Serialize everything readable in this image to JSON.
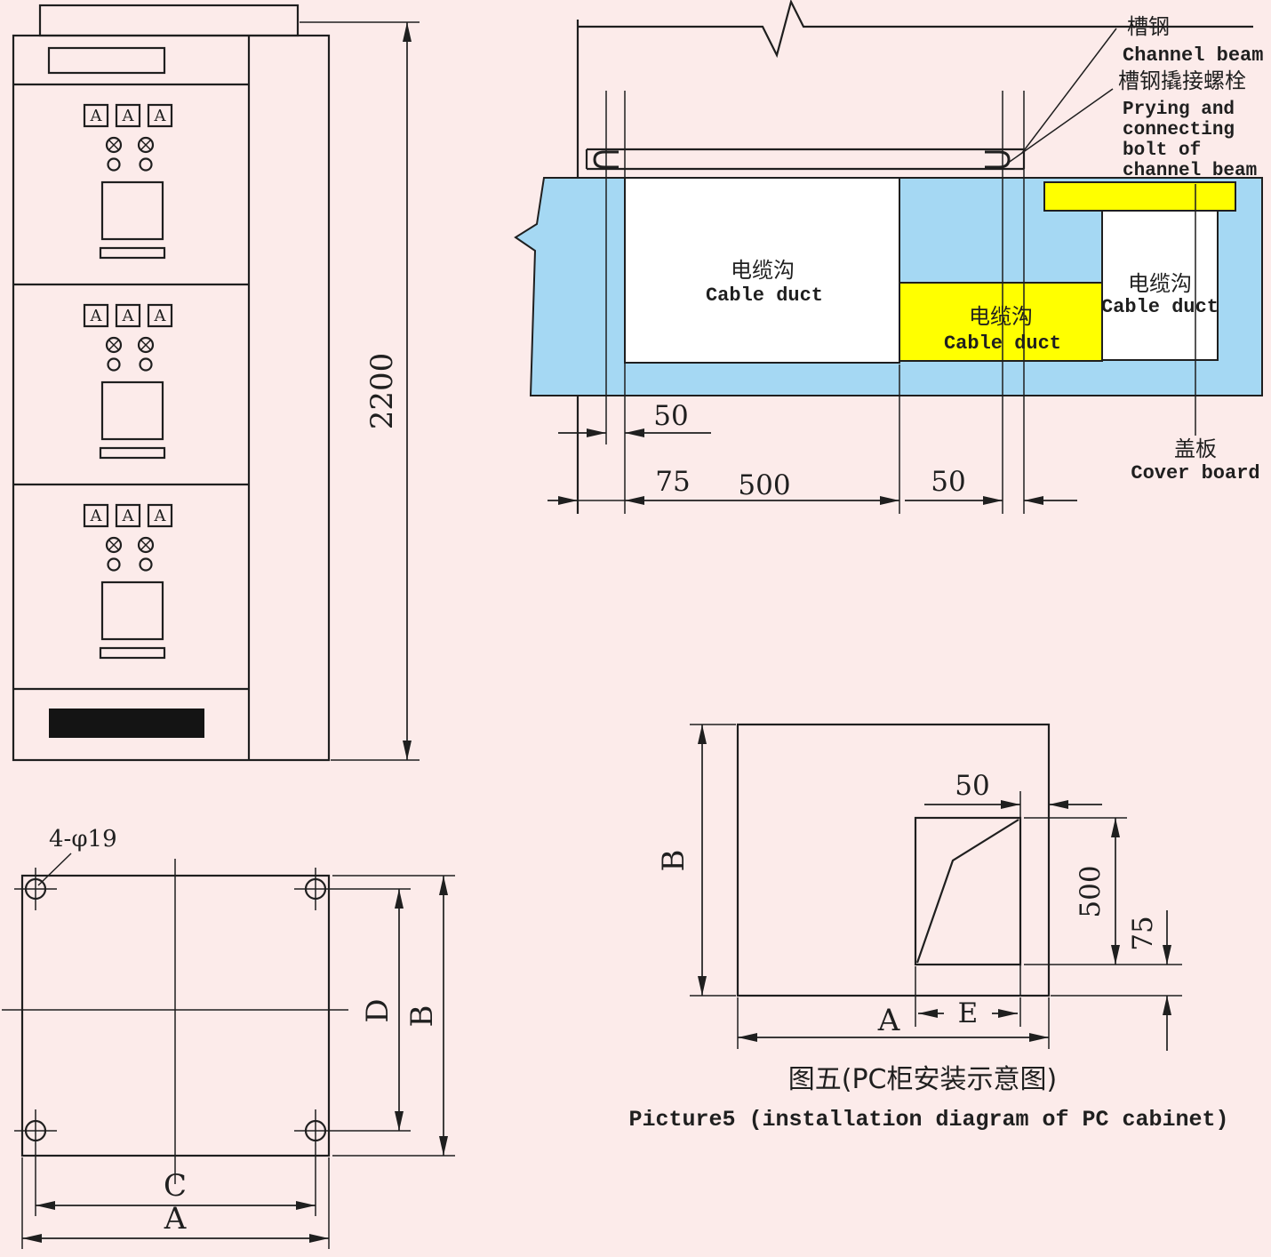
{
  "colors": {
    "background": "#fcebea",
    "line": "#1f1f1f",
    "duct_blue": "#a5d8f3",
    "cover_yellow": "#ffff00",
    "panel_black": "#141414"
  },
  "front_view": {
    "ammeter_label": "A",
    "height": "2200"
  },
  "section": {
    "channel_beam_cn": "槽钢",
    "channel_beam_en": "Channel beam",
    "bolt_cn": "槽钢撬接螺栓",
    "bolt_en1": "Prying and",
    "bolt_en2": "connecting",
    "bolt_en3": "bolt of",
    "bolt_en4": "channel beam",
    "duct_cn": "电缆沟",
    "duct_en": "Cable duct",
    "cover_cn": "盖板",
    "cover_en": "Cover board",
    "dim_50_left": "50",
    "dim_75": "75",
    "dim_500": "500",
    "dim_50_right": "50"
  },
  "plan": {
    "holes": "4-φ19",
    "dim_c": "C",
    "dim_a": "A",
    "dim_d": "D",
    "dim_b": "B"
  },
  "install": {
    "dim_b": "B",
    "dim_a": "A",
    "dim_e": "E",
    "dim_50": "50",
    "dim_500": "500",
    "dim_75": "75"
  },
  "caption": {
    "cn": "图五(PC柜安装示意图)",
    "en": "Picture5 (installation diagram of PC cabinet)"
  }
}
